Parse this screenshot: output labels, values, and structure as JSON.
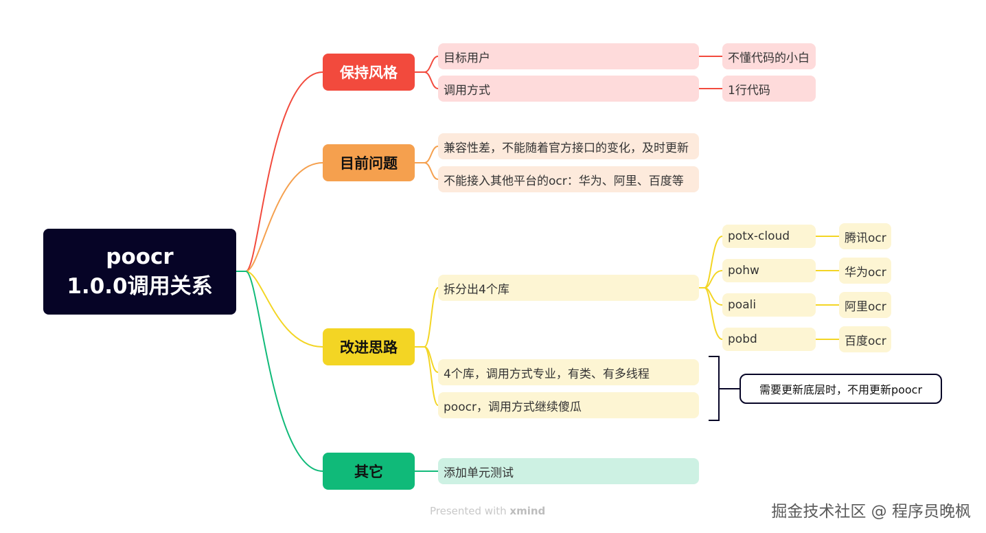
{
  "root": {
    "line1": "poocr",
    "line2": "1.0.0调用关系"
  },
  "colors": {
    "red": "#f24a3d",
    "orange": "#f5a04e",
    "yellow": "#f3d524",
    "green": "#10ba79",
    "dark": "#060426"
  },
  "branches": {
    "keep_style": {
      "title": "保持风格",
      "items": [
        {
          "label": "目标用户",
          "detail": "不懂代码的小白"
        },
        {
          "label": "调用方式",
          "detail": "1行代码"
        }
      ]
    },
    "current_issues": {
      "title": "目前问题",
      "items": [
        "兼容性差，不能随着官方接口的变化，及时更新",
        "不能接入其他平台的ocr：华为、阿里、百度等"
      ]
    },
    "improvement": {
      "title": "改进思路",
      "split": {
        "label": "拆分出4个库",
        "libs": [
          {
            "name": "potx-cloud",
            "ocr": "腾讯ocr"
          },
          {
            "name": "pohw",
            "ocr": "华为ocr"
          },
          {
            "name": "poali",
            "ocr": "阿里ocr"
          },
          {
            "name": "pobd",
            "ocr": "百度ocr"
          }
        ]
      },
      "notes": [
        "4个库，调用方式专业，有类、有多线程",
        "poocr，调用方式继续傻瓜"
      ],
      "summary": "需要更新底层时，不用更新poocr"
    },
    "others": {
      "title": "其它",
      "items": [
        "添加单元测试"
      ]
    }
  },
  "footer": {
    "prefix": "Presented with ",
    "brand": "xmind"
  },
  "watermark": "掘金技术社区 @ 程序员晚枫"
}
